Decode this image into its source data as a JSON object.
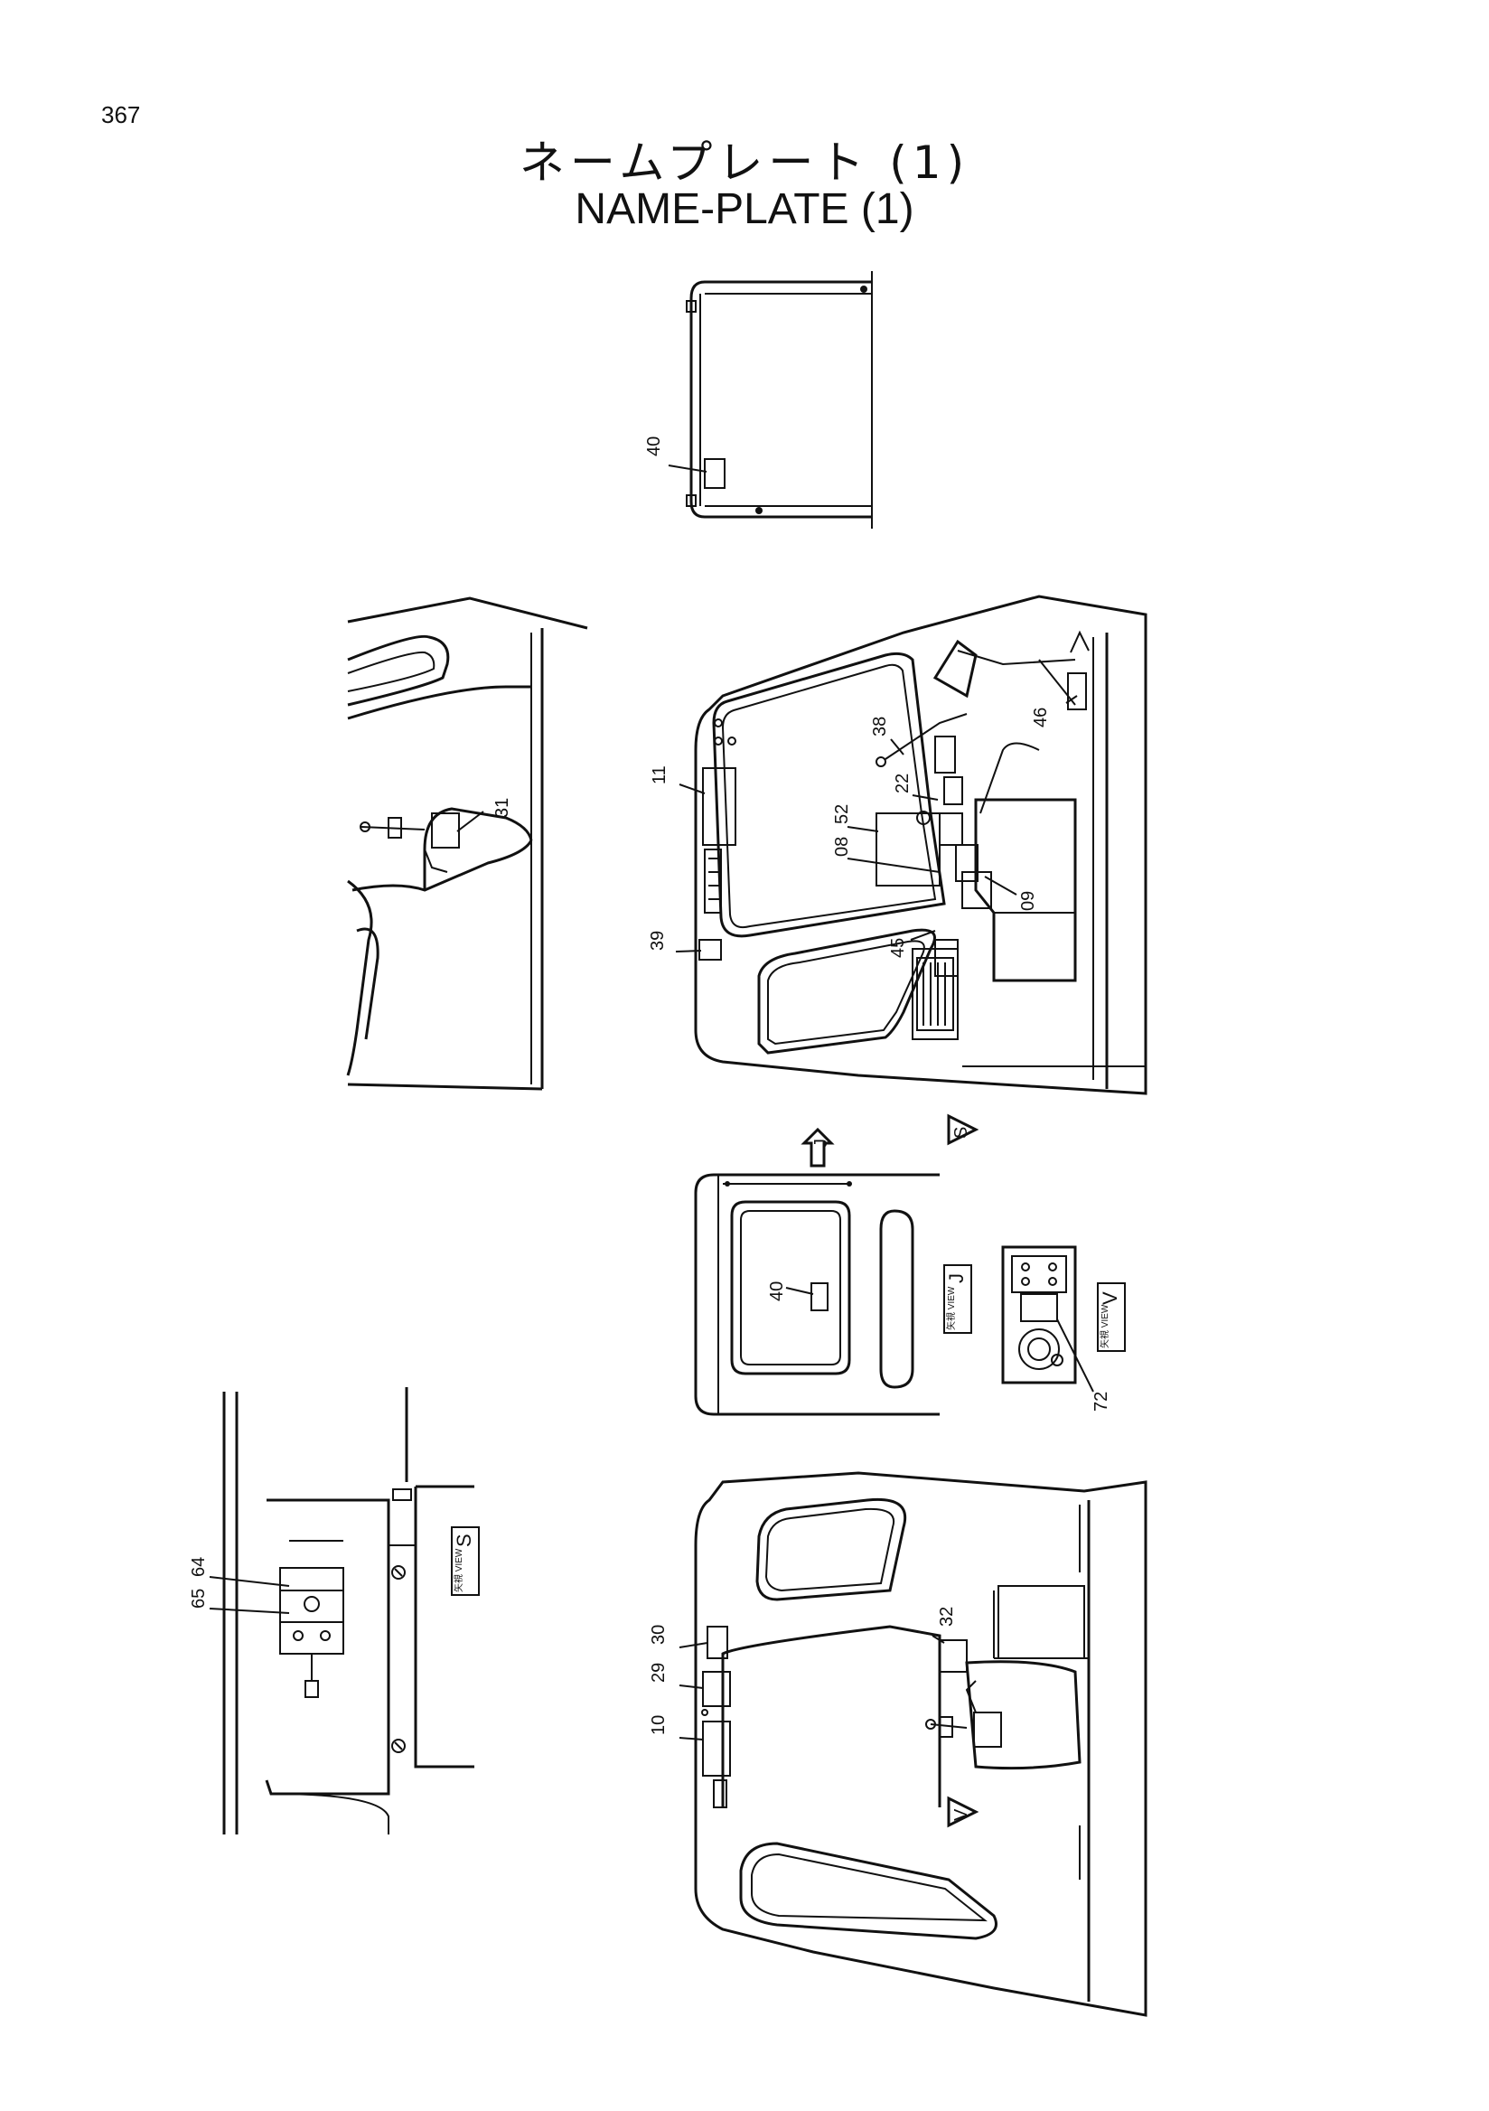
{
  "page_number": "367",
  "title_jp": "ネームプレート (1)",
  "title_en": "NAME-PLATE (1)",
  "callouts": {
    "n40_top": "40",
    "n31": "31",
    "n11": "11",
    "n38": "38",
    "n22": "22",
    "n52": "52",
    "n08": "08",
    "n09": "09",
    "n46": "46",
    "n39": "39",
    "n45": "45",
    "n40_mid": "40",
    "n72": "72",
    "n64": "64",
    "n65": "65",
    "n30": "30",
    "n29": "29",
    "n10": "10",
    "n32": "32"
  },
  "view_arrows": {
    "j": "J",
    "s": "S",
    "v": "V"
  },
  "view_boxes": {
    "j": {
      "letter": "J",
      "small": "矢視 VIEW"
    },
    "v": {
      "letter": "V",
      "small": "矢視 VIEW"
    },
    "s": {
      "letter": "S",
      "small": "矢視 VIEW"
    }
  }
}
